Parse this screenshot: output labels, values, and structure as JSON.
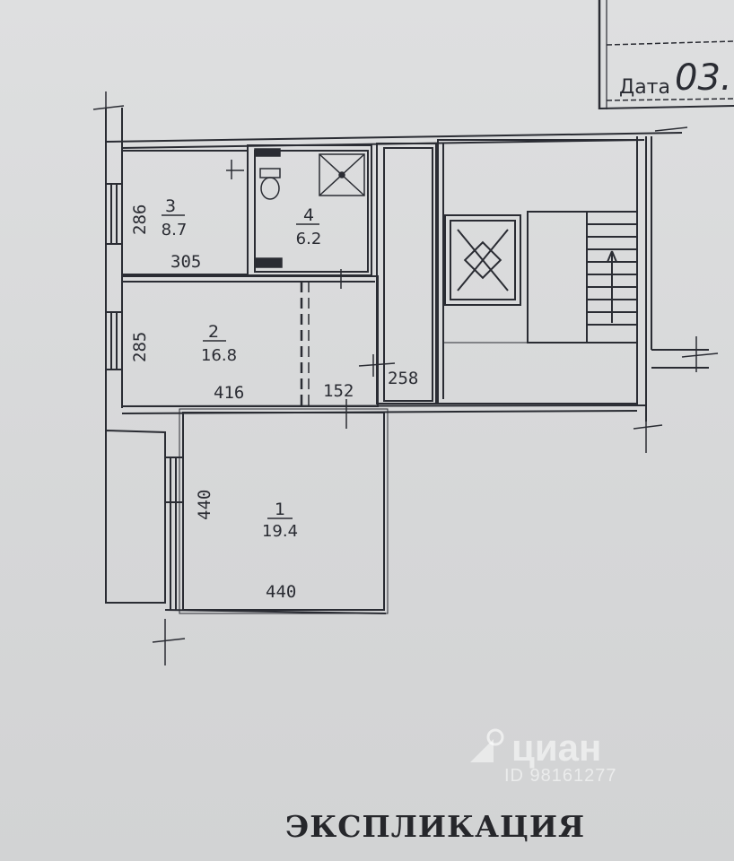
{
  "stamp": {
    "label": "Дата",
    "value": "03."
  },
  "rooms": [
    {
      "id": "1",
      "number": "1",
      "area": "19.4"
    },
    {
      "id": "2",
      "number": "2",
      "area": "16.8"
    },
    {
      "id": "3",
      "number": "3",
      "area": "8.7"
    },
    {
      "id": "4",
      "number": "4",
      "area": "6.2"
    }
  ],
  "dimensions": {
    "room3_width": "305",
    "room3_height": "286",
    "room2_width": "416",
    "room2_height": "285",
    "closet_width": "152",
    "corridor_width": "258",
    "room1_width": "440",
    "room1_height": "440"
  },
  "watermark": {
    "brand": "циан",
    "id_text": "ID 98161277"
  },
  "caption": "ЭКСПЛИКАЦИЯ",
  "colors": {
    "ink": "#2a2c33",
    "paper": "#d9dadb",
    "watermark": "#ffffff"
  }
}
